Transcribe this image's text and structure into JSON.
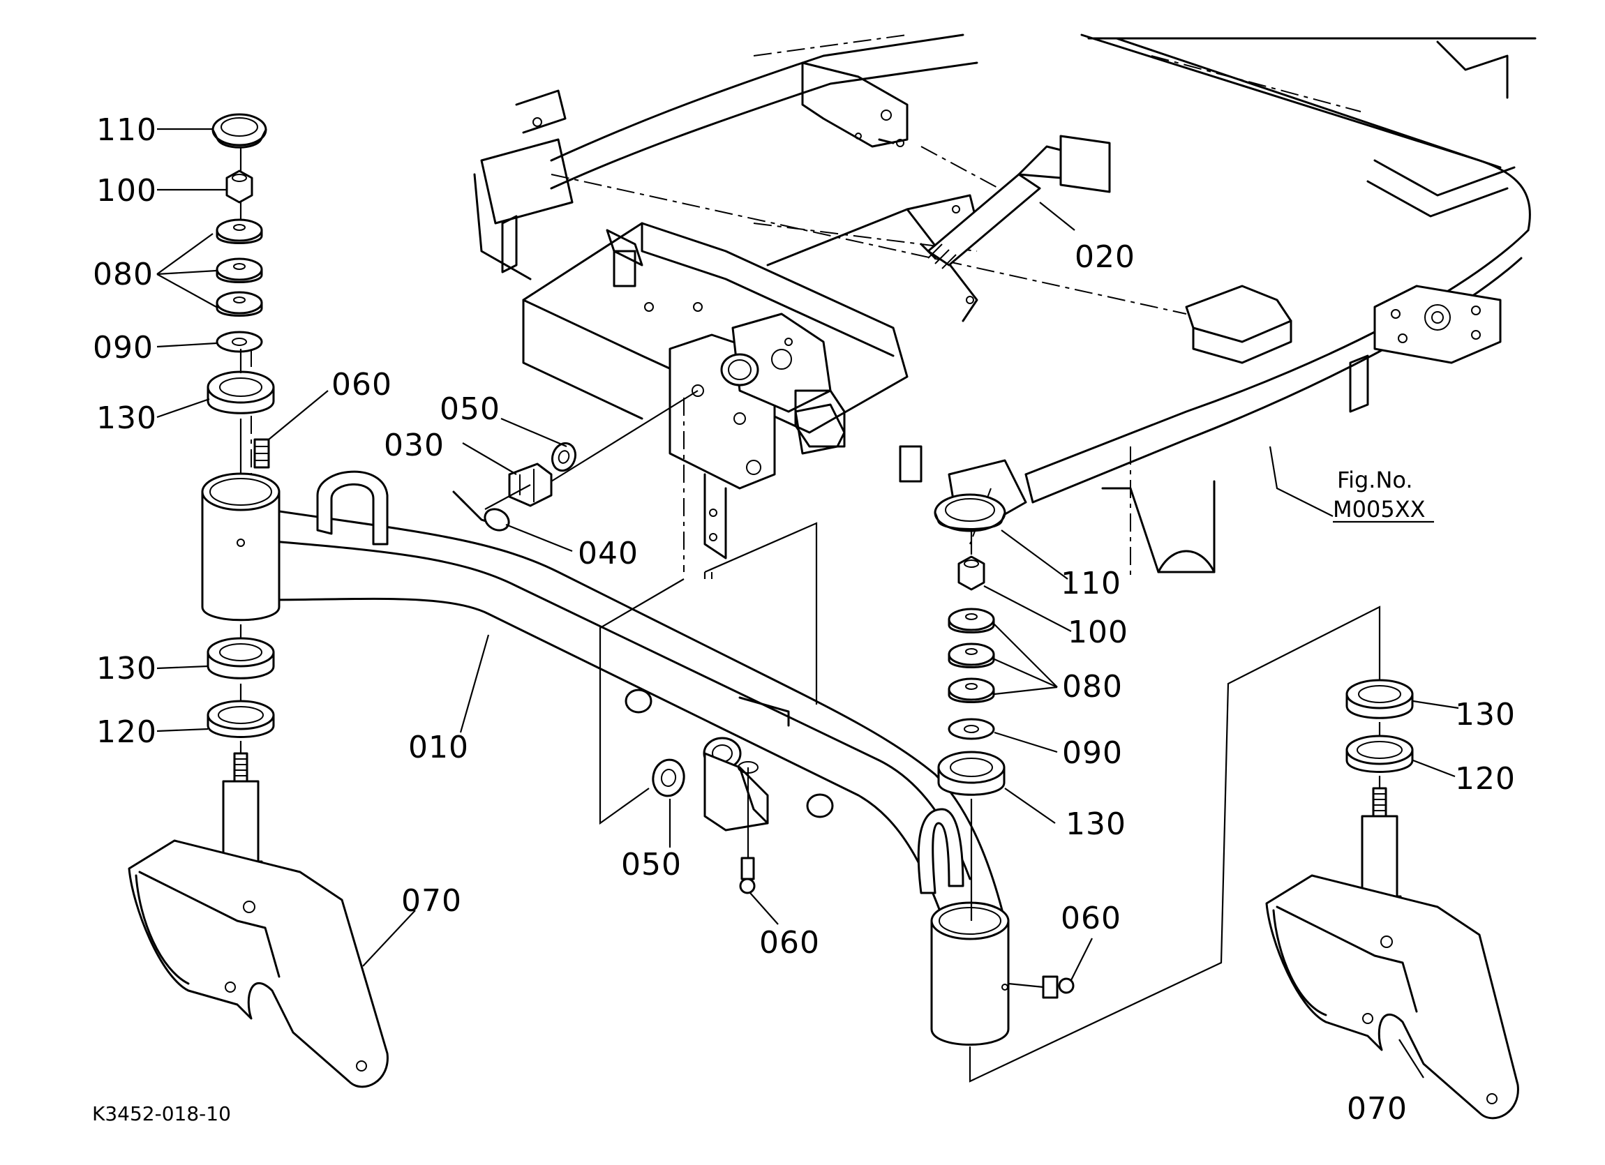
{
  "figure": {
    "fig_label": "Fig.No.",
    "fig_number": "M005XX",
    "drawing_code": "K3452-018-10"
  },
  "callouts": {
    "c110_left": "110",
    "c100_left": "100",
    "c080_left": "080",
    "c090_left": "090",
    "c130_left_top": "130",
    "c060_left": "060",
    "c050_upper": "050",
    "c030": "030",
    "c040": "040",
    "c020": "020",
    "c130_left_bottom": "130",
    "c120_left": "120",
    "c010": "010",
    "c070_left": "070",
    "c050_lower": "050",
    "c060_center": "060",
    "c110_right": "110",
    "c100_right": "100",
    "c080_right": "080",
    "c090_right": "090",
    "c130_right_mid": "130",
    "c060_right": "060",
    "c130_far_right": "130",
    "c120_far_right": "120",
    "c070_right": "070"
  }
}
